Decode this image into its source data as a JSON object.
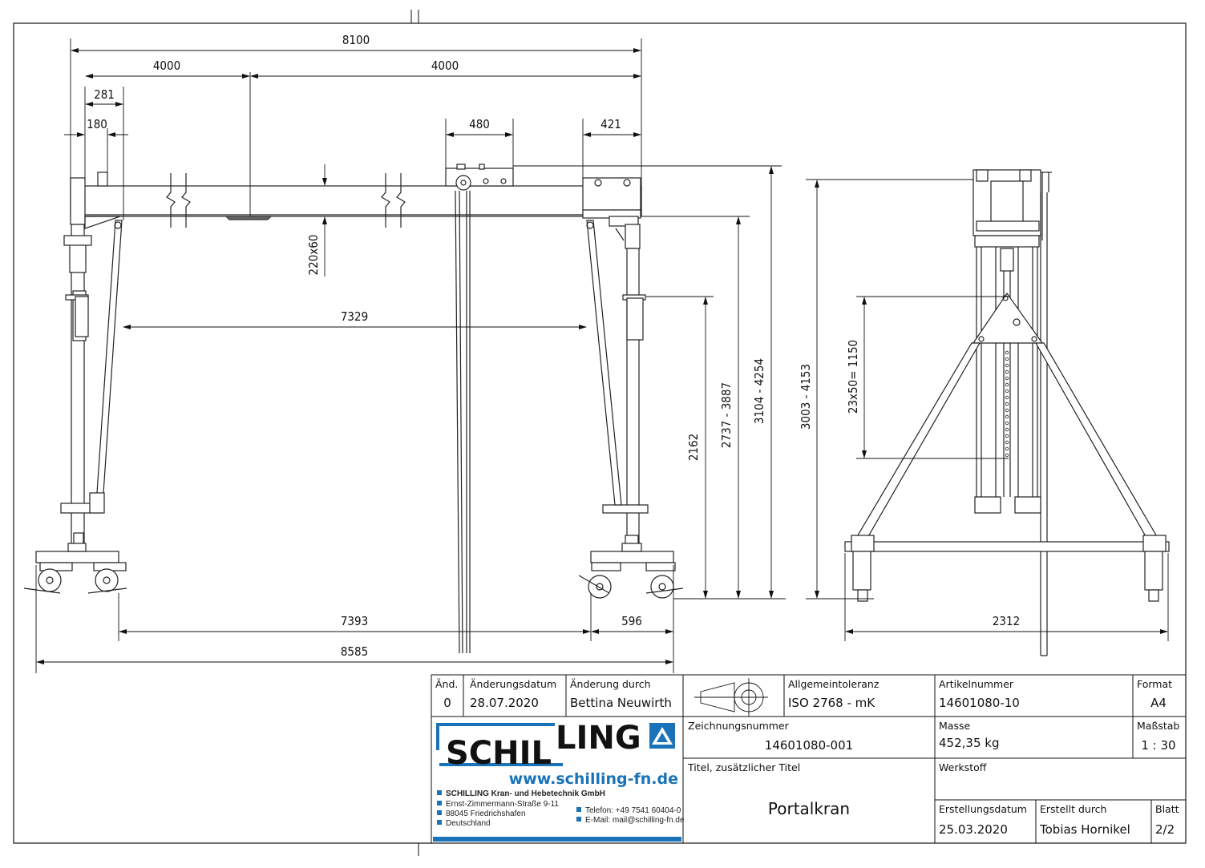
{
  "dimensions": {
    "overall_top": "8100",
    "half_left": "4000",
    "half_right": "4000",
    "d281": "281",
    "d180": "180",
    "trolley_width": "480",
    "end_width": "421",
    "beam_profile": "220x60",
    "clear_span": "7329",
    "height_2162": "2162",
    "height_2737": "2737 - 3887",
    "height_3104": "3104 - 4254",
    "side_height": "3003 - 4153",
    "hole_pattern": "23x50= 1150",
    "wheel_span": "7393",
    "wheel_base": "596",
    "overall_bottom": "8585",
    "side_width": "2312"
  },
  "title_block": {
    "rev_header": "Änd.",
    "rev_value": "0",
    "change_date_header": "Änderungsdatum",
    "change_date_value": "28.07.2020",
    "change_by_header": "Änderung durch",
    "change_by_value": "Bettina Neuwirth",
    "tolerance_header": "Allgemeintoleranz",
    "tolerance_value": "ISO 2768 - mK",
    "article_header": "Artikelnummer",
    "article_value": "14601080-10",
    "format_header": "Format",
    "format_value": "A4",
    "drawing_no_header": "Zeichnungsnummer",
    "drawing_no_value": "14601080-001",
    "mass_header": "Masse",
    "mass_value": "452,35 kg",
    "scale_header": "Maßstab",
    "scale_value": "1 : 30",
    "title_header": "Titel, zusätzlicher Titel",
    "title_value": "Portalkran",
    "material_header": "Werkstoff",
    "created_date_header": "Erstellungsdatum",
    "created_date_value": "25.03.2020",
    "created_by_header": "Erstellt durch",
    "created_by_value": "Tobias Hornikel",
    "sheet_header": "Blatt",
    "sheet_value": "2/2"
  },
  "logo": {
    "brand_left": "SCHIL",
    "brand_right": "LING",
    "website": "www.schilling-fn.de",
    "company": "SCHILLING Kran- und Hebetechnik GmbH",
    "street": "Ernst-Zimmermann-Straße 9-11",
    "city": "88045 Friedrichshafen",
    "country": "Deutschland",
    "phone": "Telefon: +49 7541 60404-0",
    "email": "E-Mail: mail@schilling-fn.de",
    "brand_color": "#1a73b8"
  }
}
